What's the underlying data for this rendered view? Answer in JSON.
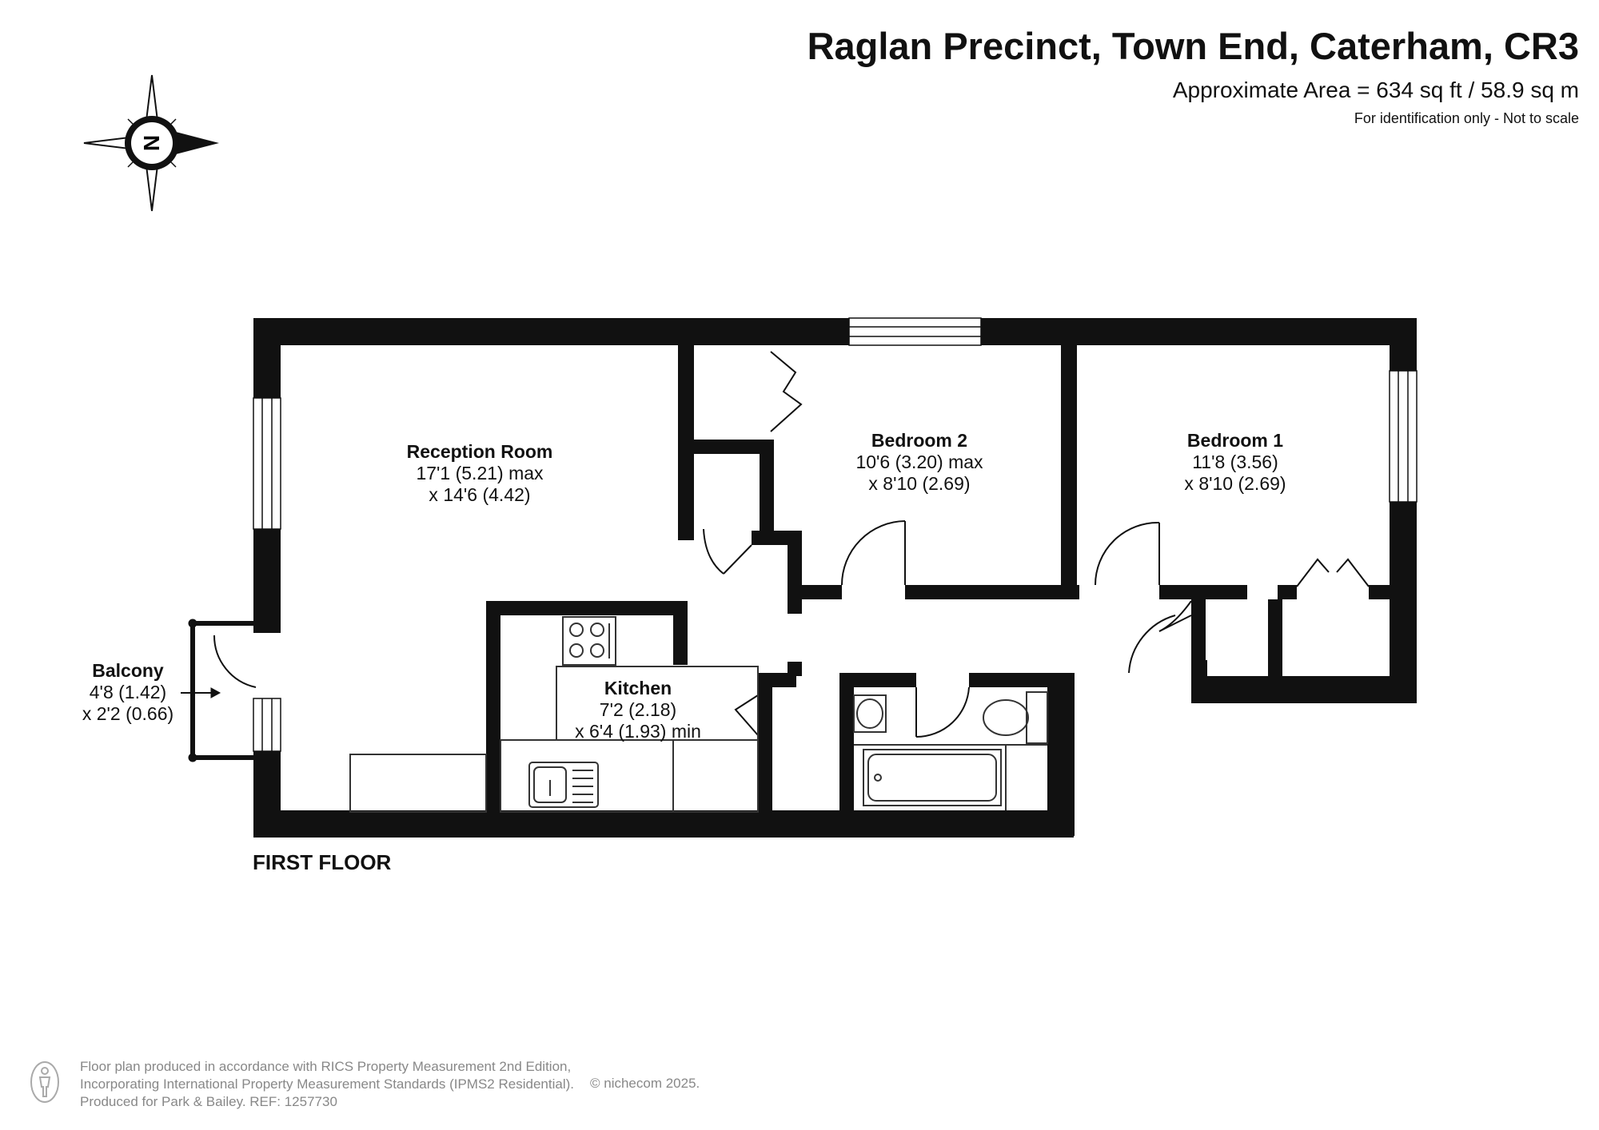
{
  "header": {
    "title": "Raglan Precinct, Town End, Caterham, CR3",
    "area": "Approximate Area = 634 sq ft / 58.9 sq m",
    "note": "For identification only - Not to scale"
  },
  "compass": {
    "letter": "N"
  },
  "rooms": {
    "reception": {
      "name": "Reception Room",
      "dim1": "17'1 (5.21) max",
      "dim2": "x 14'6 (4.42)"
    },
    "bedroom2": {
      "name": "Bedroom 2",
      "dim1": "10'6 (3.20) max",
      "dim2": "x 8'10 (2.69)"
    },
    "bedroom1": {
      "name": "Bedroom 1",
      "dim1": "11'8 (3.56)",
      "dim2": "x 8'10 (2.69)"
    },
    "kitchen": {
      "name": "Kitchen",
      "dim1": "7'2 (2.18)",
      "dim2": "x 6'4 (1.93) min"
    },
    "balcony": {
      "name": "Balcony",
      "dim1": "4'8 (1.42)",
      "dim2": "x 2'2 (0.66)"
    }
  },
  "floor_label": "FIRST FLOOR",
  "footer": {
    "line1": "Floor plan produced in accordance with RICS Property Measurement 2nd Edition,",
    "line2": "Incorporating International Property Measurement Standards (IPMS2 Residential).",
    "line3": "Produced for Park & Bailey.   REF:  1257730",
    "copyright": "© nichecom 2025."
  },
  "colors": {
    "wall": "#111111",
    "fixture": "#333333",
    "footer_text": "#888888"
  }
}
